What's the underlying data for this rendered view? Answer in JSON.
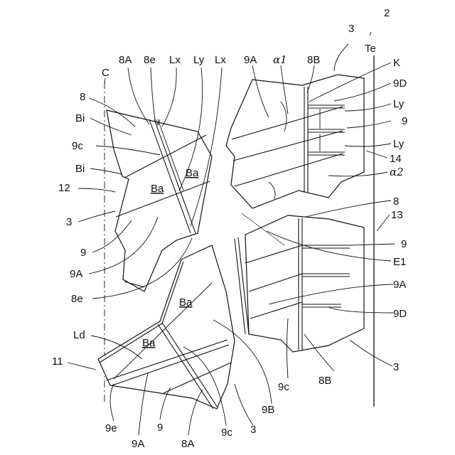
{
  "figure": {
    "number": "2",
    "labels": {
      "C": "C",
      "Te": "Te",
      "K": "K",
      "E1": "E1",
      "Ld": "Ld",
      "Lx": "Lx",
      "Ly": "Ly",
      "Bi": "Bi",
      "Ba": "Ba",
      "alpha1": "α1",
      "alpha2": "α2",
      "n3": "3",
      "n8": "8",
      "n8A": "8A",
      "n8B": "8B",
      "n8e": "8e",
      "n9": "9",
      "n9A": "9A",
      "n9B": "9B",
      "n9c": "9c",
      "n9D": "9D",
      "n9e": "9e",
      "n11": "11",
      "n12": "12",
      "n13": "13",
      "n14": "14"
    }
  }
}
